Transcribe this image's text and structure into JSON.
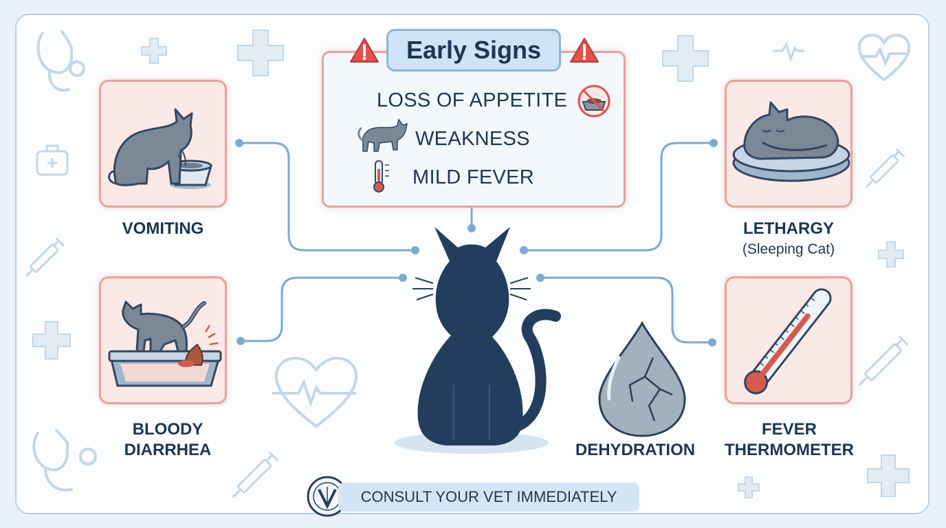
{
  "early_signs": {
    "title": "Early Signs",
    "items": [
      "LOSS OF APPETITE",
      "WEAKNESS",
      "MILD FEVER"
    ]
  },
  "symptoms": {
    "vomiting": "VOMITING",
    "bloody_diarrhea_line1": "BLOODY",
    "bloody_diarrhea_line2": "DIARRHEA",
    "lethargy": "LETHARGY",
    "lethargy_sub": "(Sleeping Cat)",
    "fever_line1": "FEVER",
    "fever_line2": "THERMOMETER",
    "dehydration": "DEHYDRATION"
  },
  "footer": {
    "consult": "CONSULT YOUR VET IMMEDIATELY"
  },
  "colors": {
    "navy": "#1f3552",
    "card_border": "#e7a29b",
    "card_fill": "#fbe9e7",
    "connector": "#7fa9cf",
    "warning": "#e0524c"
  }
}
